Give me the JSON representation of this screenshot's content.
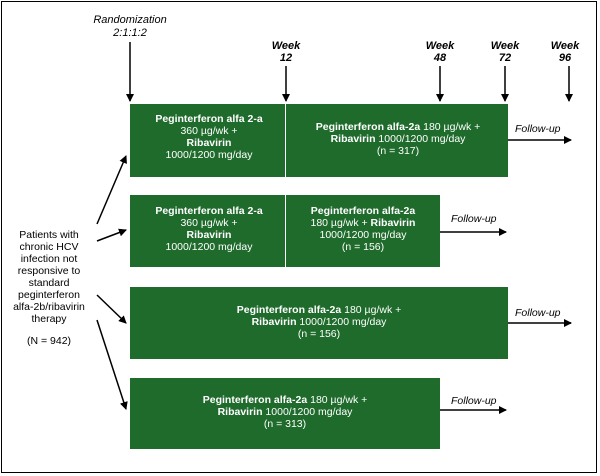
{
  "randomization": {
    "title": "Randomization",
    "ratio": "2:1:1:2"
  },
  "weeks": [
    {
      "label": "Week",
      "value": "12"
    },
    {
      "label": "Week",
      "value": "48"
    },
    {
      "label": "Week",
      "value": "72"
    },
    {
      "label": "Week",
      "value": "96"
    }
  ],
  "patients": {
    "line1": "Patients with",
    "line2": "chronic HCV",
    "line3": "infection not",
    "line4": "responsive to",
    "line5": "standard",
    "line6": "peginterferon",
    "line7": "alfa-2b/ribavirin",
    "line8": "therapy",
    "n": "(N = 942)"
  },
  "arms": [
    {
      "left": {
        "bold1": "Peginterferon alfa 2-a",
        "line2": "360 µg/wk +",
        "bold3": "Ribavirin",
        "line4": "1000/1200 mg/day"
      },
      "right": {
        "bold1": "Peginterferon alfa-2a",
        "text1": " 180 µg/wk +",
        "bold2": "Ribavirin",
        "text2": " 1000/1200 mg/day",
        "n": "(n = 317)"
      },
      "follow": "Follow-up"
    },
    {
      "left": {
        "bold1": "Peginterferon alfa 2-a",
        "line2": "360 µg/wk +",
        "bold3": "Ribavirin",
        "line4": "1000/1200 mg/day"
      },
      "right": {
        "bold1": "Peginterferon alfa-2a",
        "text1": "180 µg/wk + ",
        "bold2": "Ribavirin",
        "text2": "1000/1200 mg/day",
        "n": "(n = 156)"
      },
      "follow": "Follow-up"
    },
    {
      "main": {
        "bold1": "Peginterferon alfa-2a",
        "text1": " 180 µg/wk +",
        "bold2": "Ribavirin",
        "text2": " 1000/1200 mg/day",
        "n": "(n = 156)"
      },
      "follow": "Follow-up"
    },
    {
      "main": {
        "bold1": "Peginterferon alfa-2a",
        "text1": " 180 µg/wk +",
        "bold2": "Ribavirin",
        "text2": " 1000/1200 mg/day",
        "n": "(n = 313)"
      },
      "follow": "Follow-up"
    }
  ],
  "colors": {
    "box": "#1f6b2c",
    "text": "#ffffff",
    "arrow": "#000000"
  }
}
